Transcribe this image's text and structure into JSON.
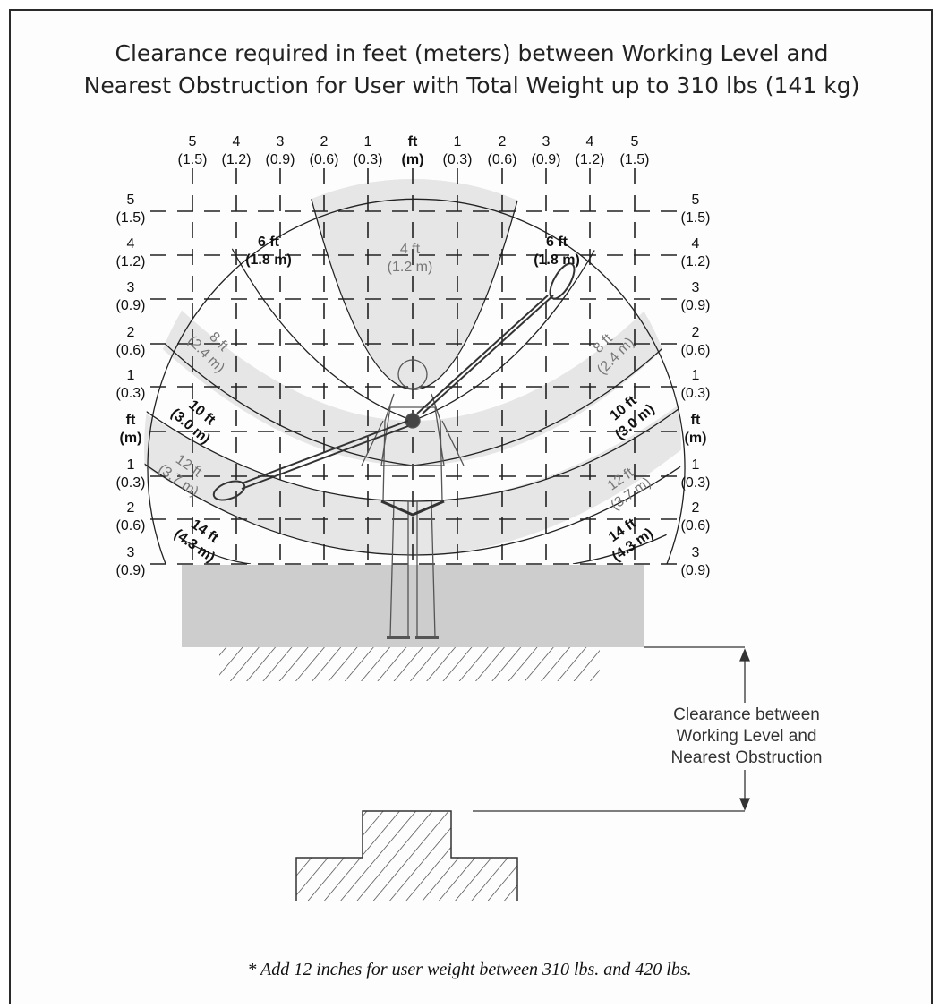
{
  "title": {
    "line1": "Clearance required in feet (meters) between Working Level and",
    "line2": "Nearest Obstruction for User with Total Weight up to 310 lbs (141 kg)"
  },
  "top_axis": {
    "left": [
      {
        "ft": "5",
        "m": "(1.5)"
      },
      {
        "ft": "4",
        "m": "(1.2)"
      },
      {
        "ft": "3",
        "m": "(0.9)"
      },
      {
        "ft": "2",
        "m": "(0.6)"
      },
      {
        "ft": "1",
        "m": "(0.3)"
      }
    ],
    "center": {
      "ft": "ft",
      "m": "(m)"
    },
    "right": [
      {
        "ft": "1",
        "m": "(0.3)"
      },
      {
        "ft": "2",
        "m": "(0.6)"
      },
      {
        "ft": "3",
        "m": "(0.9)"
      },
      {
        "ft": "4",
        "m": "(1.2)"
      },
      {
        "ft": "5",
        "m": "(1.5)"
      }
    ]
  },
  "side_axis": {
    "rows": [
      {
        "ft": "5",
        "m": "(1.5)"
      },
      {
        "ft": "4",
        "m": "(1.2)"
      },
      {
        "ft": "3",
        "m": "(0.9)"
      },
      {
        "ft": "2",
        "m": "(0.6)"
      },
      {
        "ft": "1",
        "m": "(0.3)"
      },
      {
        "ft": "ft",
        "m": "(m)"
      },
      {
        "ft": "1",
        "m": "(0.3)"
      },
      {
        "ft": "2",
        "m": "(0.6)"
      },
      {
        "ft": "3",
        "m": "(0.9)"
      }
    ]
  },
  "zones": {
    "z4": {
      "ft": "4 ft",
      "m": "(1.2 m)"
    },
    "z6": {
      "ft": "6 ft",
      "m": "(1.8 m)"
    },
    "z8": {
      "ft": "8 ft",
      "m": "(2.4 m)"
    },
    "z10": {
      "ft": "10 ft",
      "m": "(3.0 m)"
    },
    "z12": {
      "ft": "12 ft",
      "m": "(3.7 m)"
    },
    "z14": {
      "ft": "14 ft",
      "m": "(4.3 m)"
    }
  },
  "legend": {
    "line1": "Clearance between",
    "line2": "Working Level and",
    "line3": "Nearest Obstruction"
  },
  "footnote": "* Add 12 inches for user weight between 310 lbs. and 420 lbs.",
  "colors": {
    "shade": "#e6e6e6",
    "platform": "#cdcdcd",
    "line": "#222222"
  }
}
